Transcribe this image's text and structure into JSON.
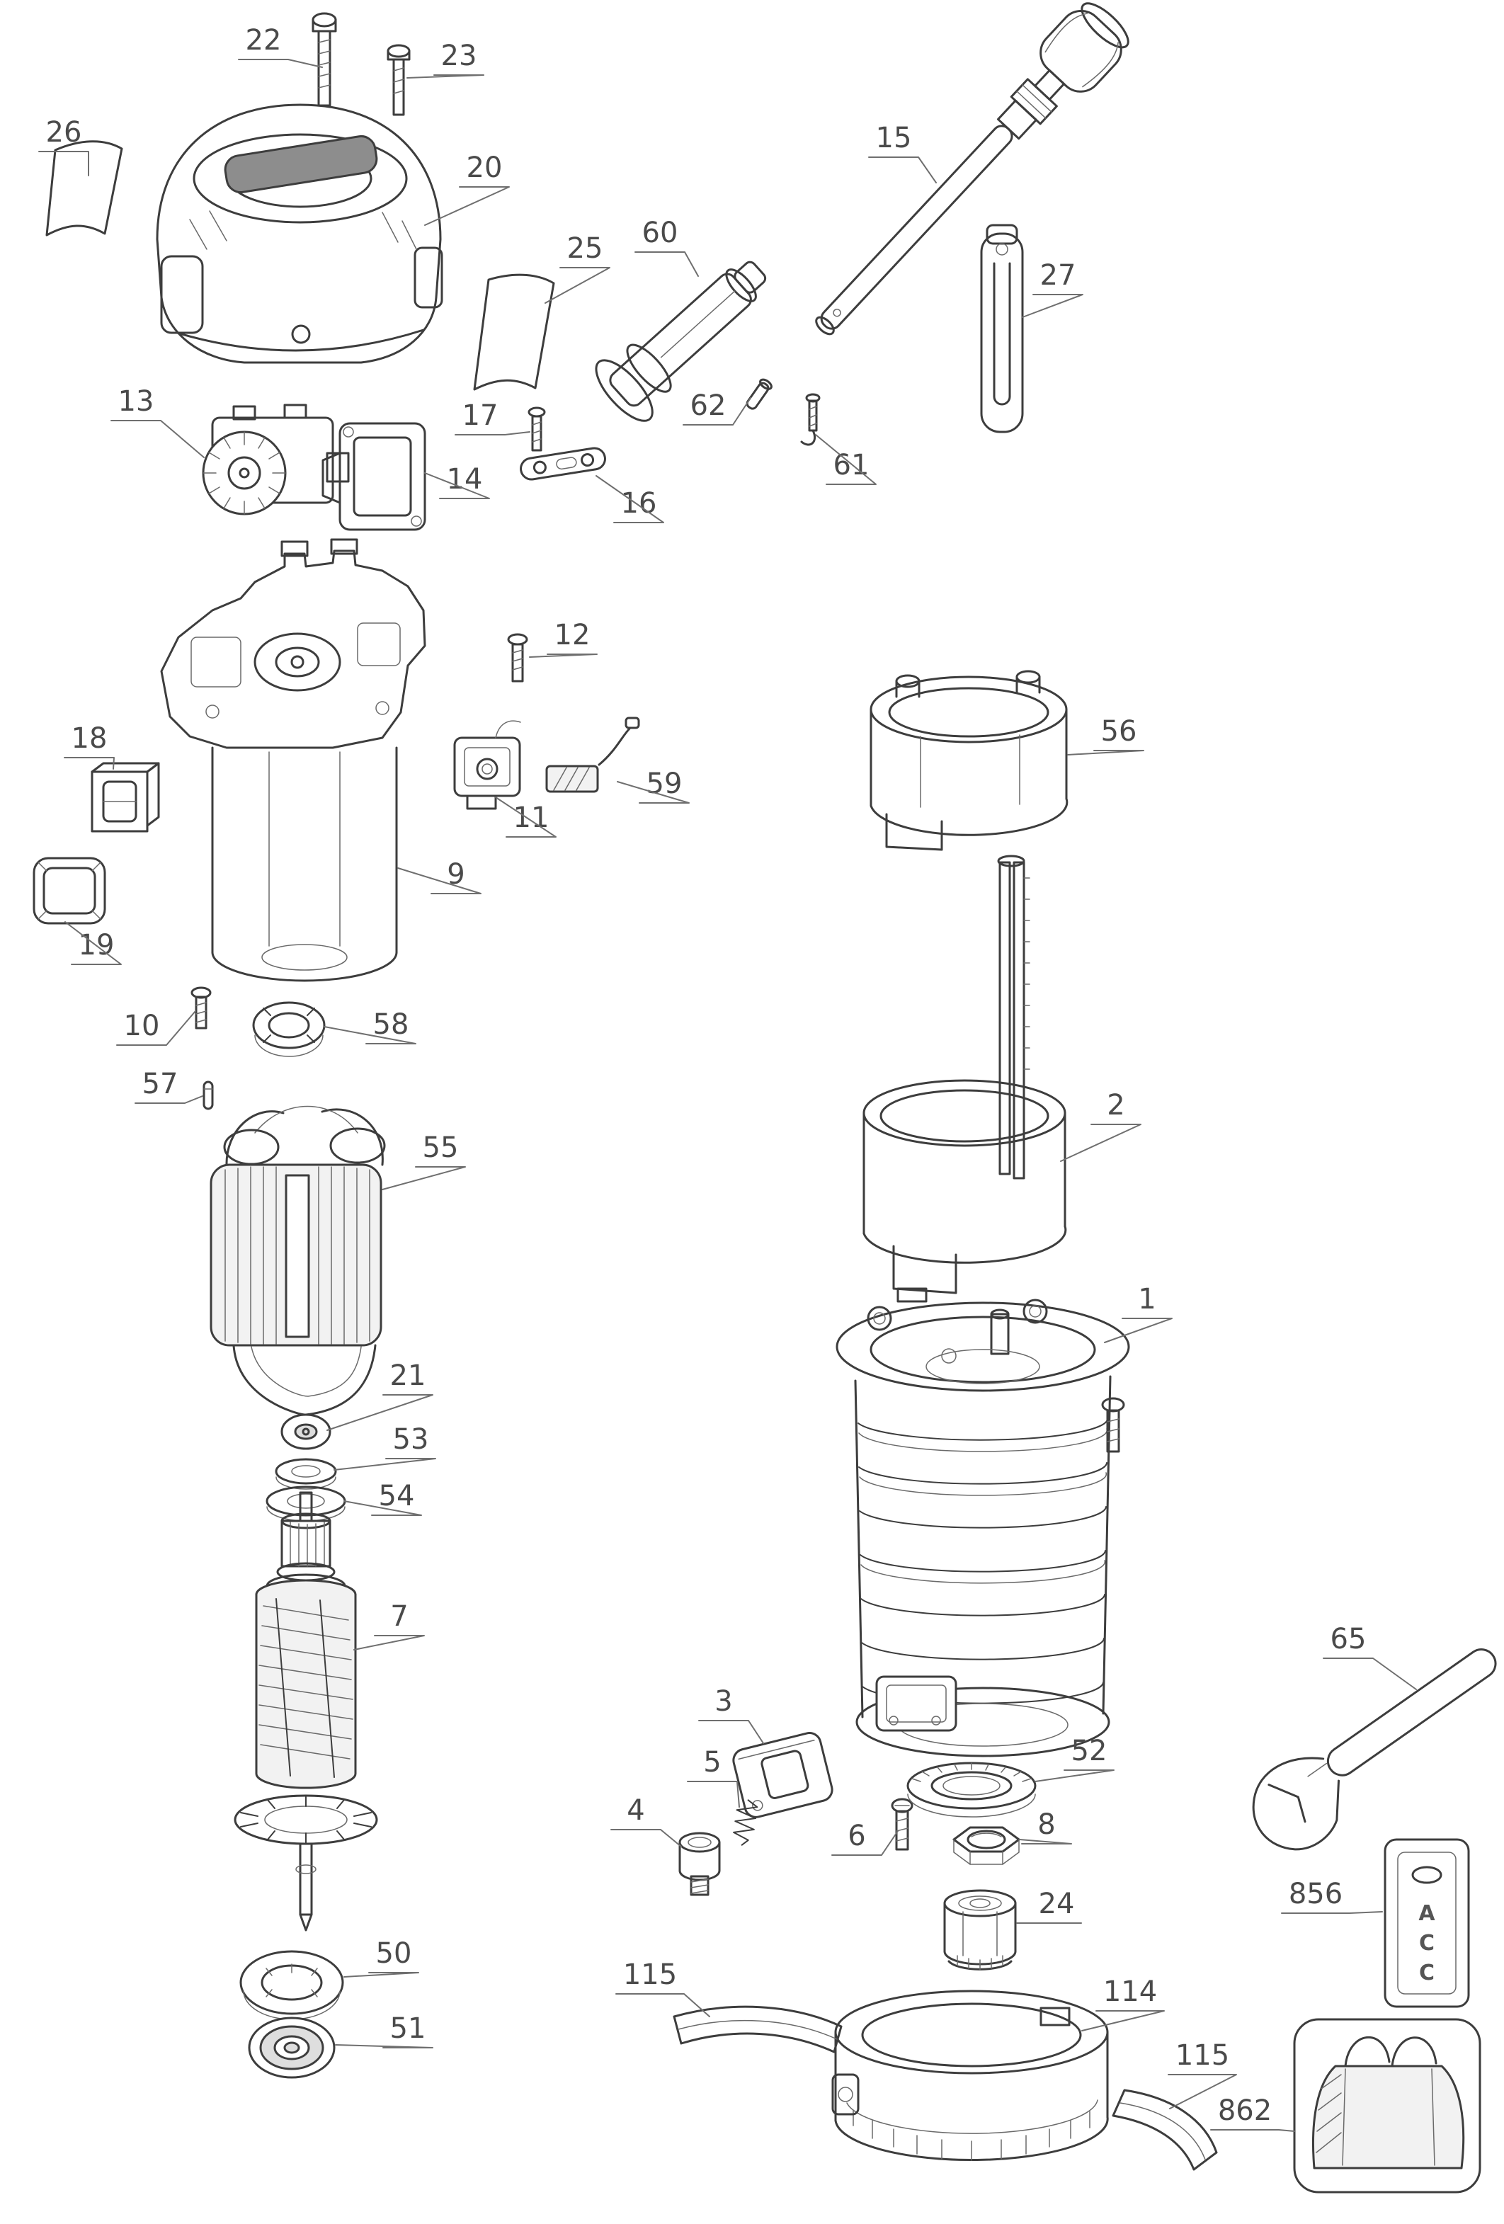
{
  "page": {
    "background_color": "#ffffff",
    "line_color": "#3d3d3d",
    "label_color": "#4a4a4a"
  },
  "diagram": {
    "type": "exploded-parts-diagram",
    "callouts": {
      "p1": "1",
      "p2": "2",
      "p3": "3",
      "p4": "4",
      "p5": "5",
      "p6": "6",
      "p7": "7",
      "p8": "8",
      "p9": "9",
      "p10": "10",
      "p11": "11",
      "p12": "12",
      "p13": "13",
      "p14": "14",
      "p15": "15",
      "p16": "16",
      "p17": "17",
      "p18": "18",
      "p19": "19",
      "p20": "20",
      "p21": "21",
      "p22": "22",
      "p23": "23",
      "p24": "24",
      "p25": "25",
      "p26": "26",
      "p27": "27",
      "p50": "50",
      "p51": "51",
      "p52": "52",
      "p53": "53",
      "p54": "54",
      "p55": "55",
      "p56": "56",
      "p57": "57",
      "p58": "58",
      "p59": "59",
      "p60": "60",
      "p61": "61",
      "p62": "62",
      "p65": "65",
      "p114": "114",
      "p115a": "115",
      "p115b": "115",
      "p856": "856",
      "p862": "862"
    },
    "acc_letters": [
      "A",
      "C",
      "C"
    ]
  }
}
